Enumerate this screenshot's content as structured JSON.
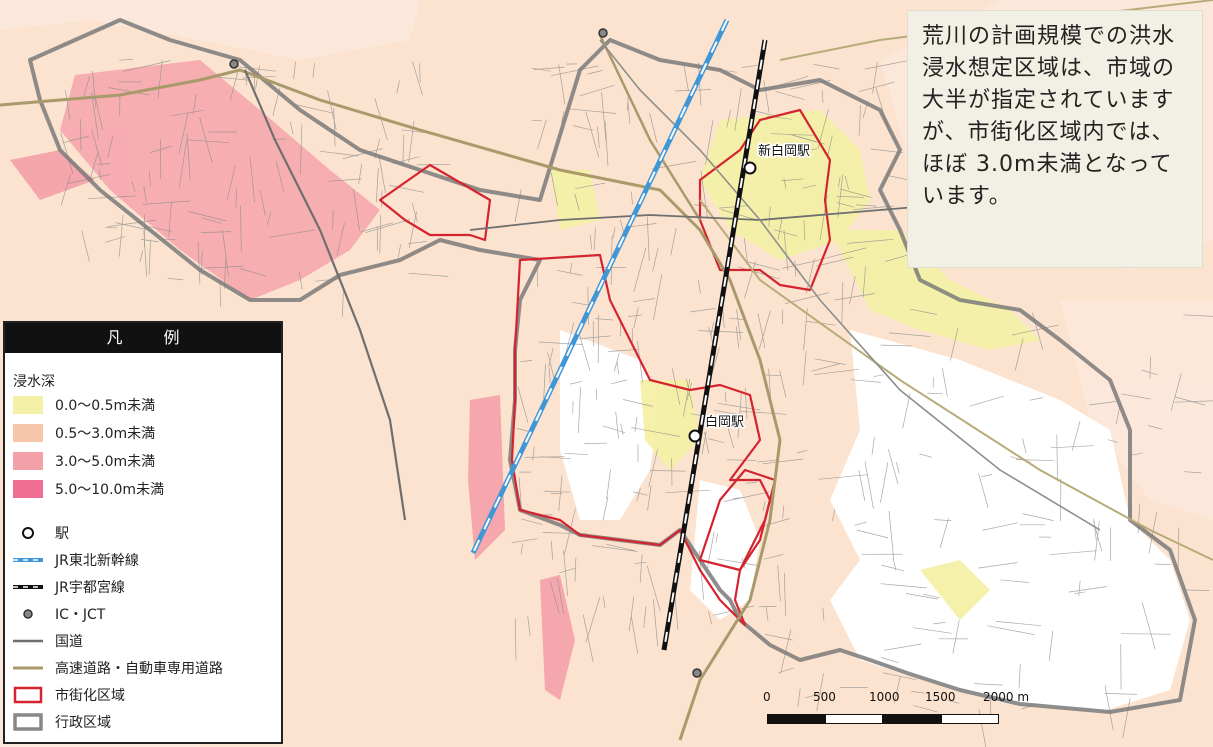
{
  "info_text": "荒川の計画規模での洪水浸水想定区域は、市域の大半が指定されていますが、市街化区域内では、ほぼ 3.0m未満となっています。",
  "stations": {
    "shin_shiraoka": "新白岡駅",
    "shiraoka": "白岡駅"
  },
  "legend": {
    "title": "凡 例",
    "depth_heading": "浸水深",
    "depth_items": [
      {
        "label": "0.0～0.5m未満",
        "color": "#f4f0a6"
      },
      {
        "label": "0.5～3.0m未満",
        "color": "#f7c6aa"
      },
      {
        "label": "3.0～5.0m未満",
        "color": "#f4a0a8"
      },
      {
        "label": "5.0～10.0m未満",
        "color": "#ef6d93"
      }
    ],
    "symbols": [
      {
        "label": "駅",
        "icon": "station-icon"
      },
      {
        "label": "JR東北新幹線",
        "icon": "shinkansen-line-icon"
      },
      {
        "label": "JR宇都宮線",
        "icon": "utsunomiya-line-icon"
      },
      {
        "label": "IC・JCT",
        "icon": "interchange-icon"
      },
      {
        "label": "国道",
        "icon": "national-road-icon"
      },
      {
        "label": "高速道路・自動車専用道路",
        "icon": "expressway-icon"
      },
      {
        "label": "市街化区域",
        "icon": "urbanization-area-icon"
      },
      {
        "label": "行政区域",
        "icon": "administrative-area-icon"
      }
    ]
  },
  "scale": {
    "ticks": [
      "0",
      "500",
      "1000",
      "1500",
      "2000 m"
    ]
  },
  "colors": {
    "background": "#fbe3cf",
    "urban_boundary": "#d42430",
    "admin_boundary": "#777777",
    "expressway": "#a89a6a",
    "national_road": "#6f6f6f",
    "shinkansen": "#3f97d8"
  }
}
